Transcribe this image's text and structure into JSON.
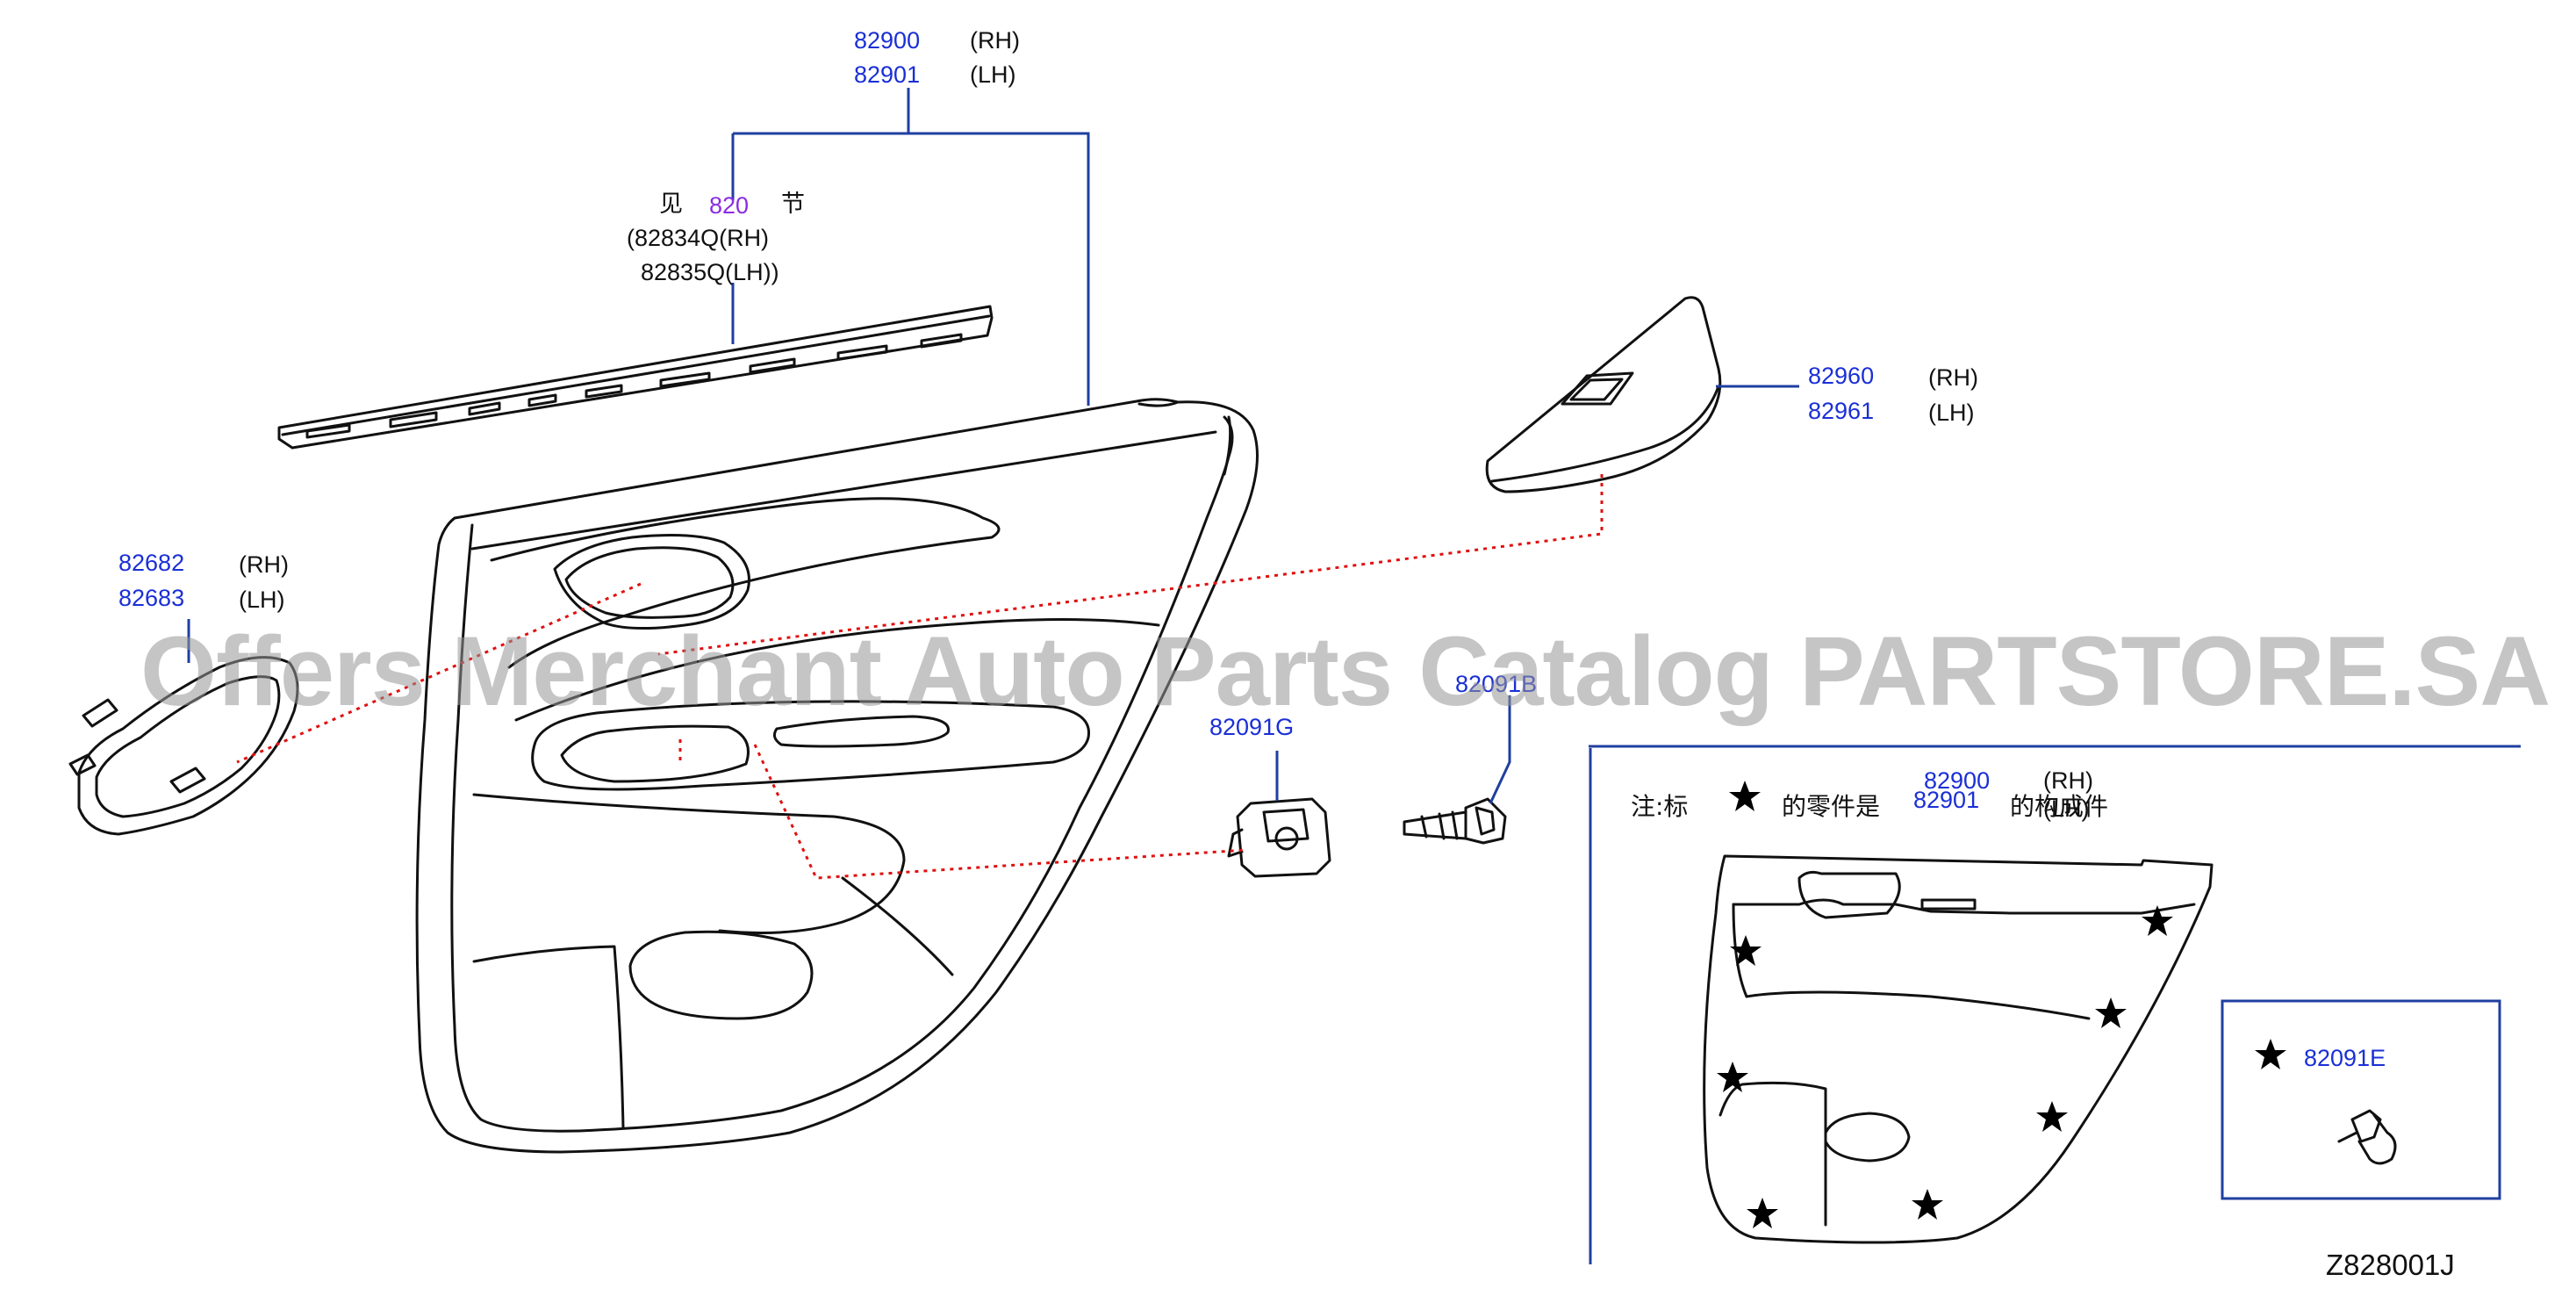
{
  "labels": {
    "p82900": "82900",
    "p82901": "82901",
    "rh": "(RH)",
    "lh": "(LH)",
    "see_prefix": "见",
    "see_section": "820",
    "see_suffix": "节",
    "p82834q": "(82834Q(RH)",
    "p82835q": "82835Q(LH))",
    "p82960": "82960",
    "p82961": "82961",
    "p82682": "82682",
    "p82683": "82683",
    "p82091g": "82091G",
    "p82091b": "82091B",
    "p82091e": "82091E"
  },
  "note": {
    "prefix": "注:标",
    "middle": "的零件是",
    "part_a": "82900",
    "part_b": "82901",
    "suffix": "的构成件"
  },
  "watermark": "Offers Merchant Auto Parts Catalog PARTSTORE.SA",
  "diagram_code": "Z828001J",
  "colors": {
    "part_number": "#1a2fd6",
    "section_link": "#8a2be2",
    "leader": "#1f3fa0",
    "dotted": "#e01010"
  }
}
